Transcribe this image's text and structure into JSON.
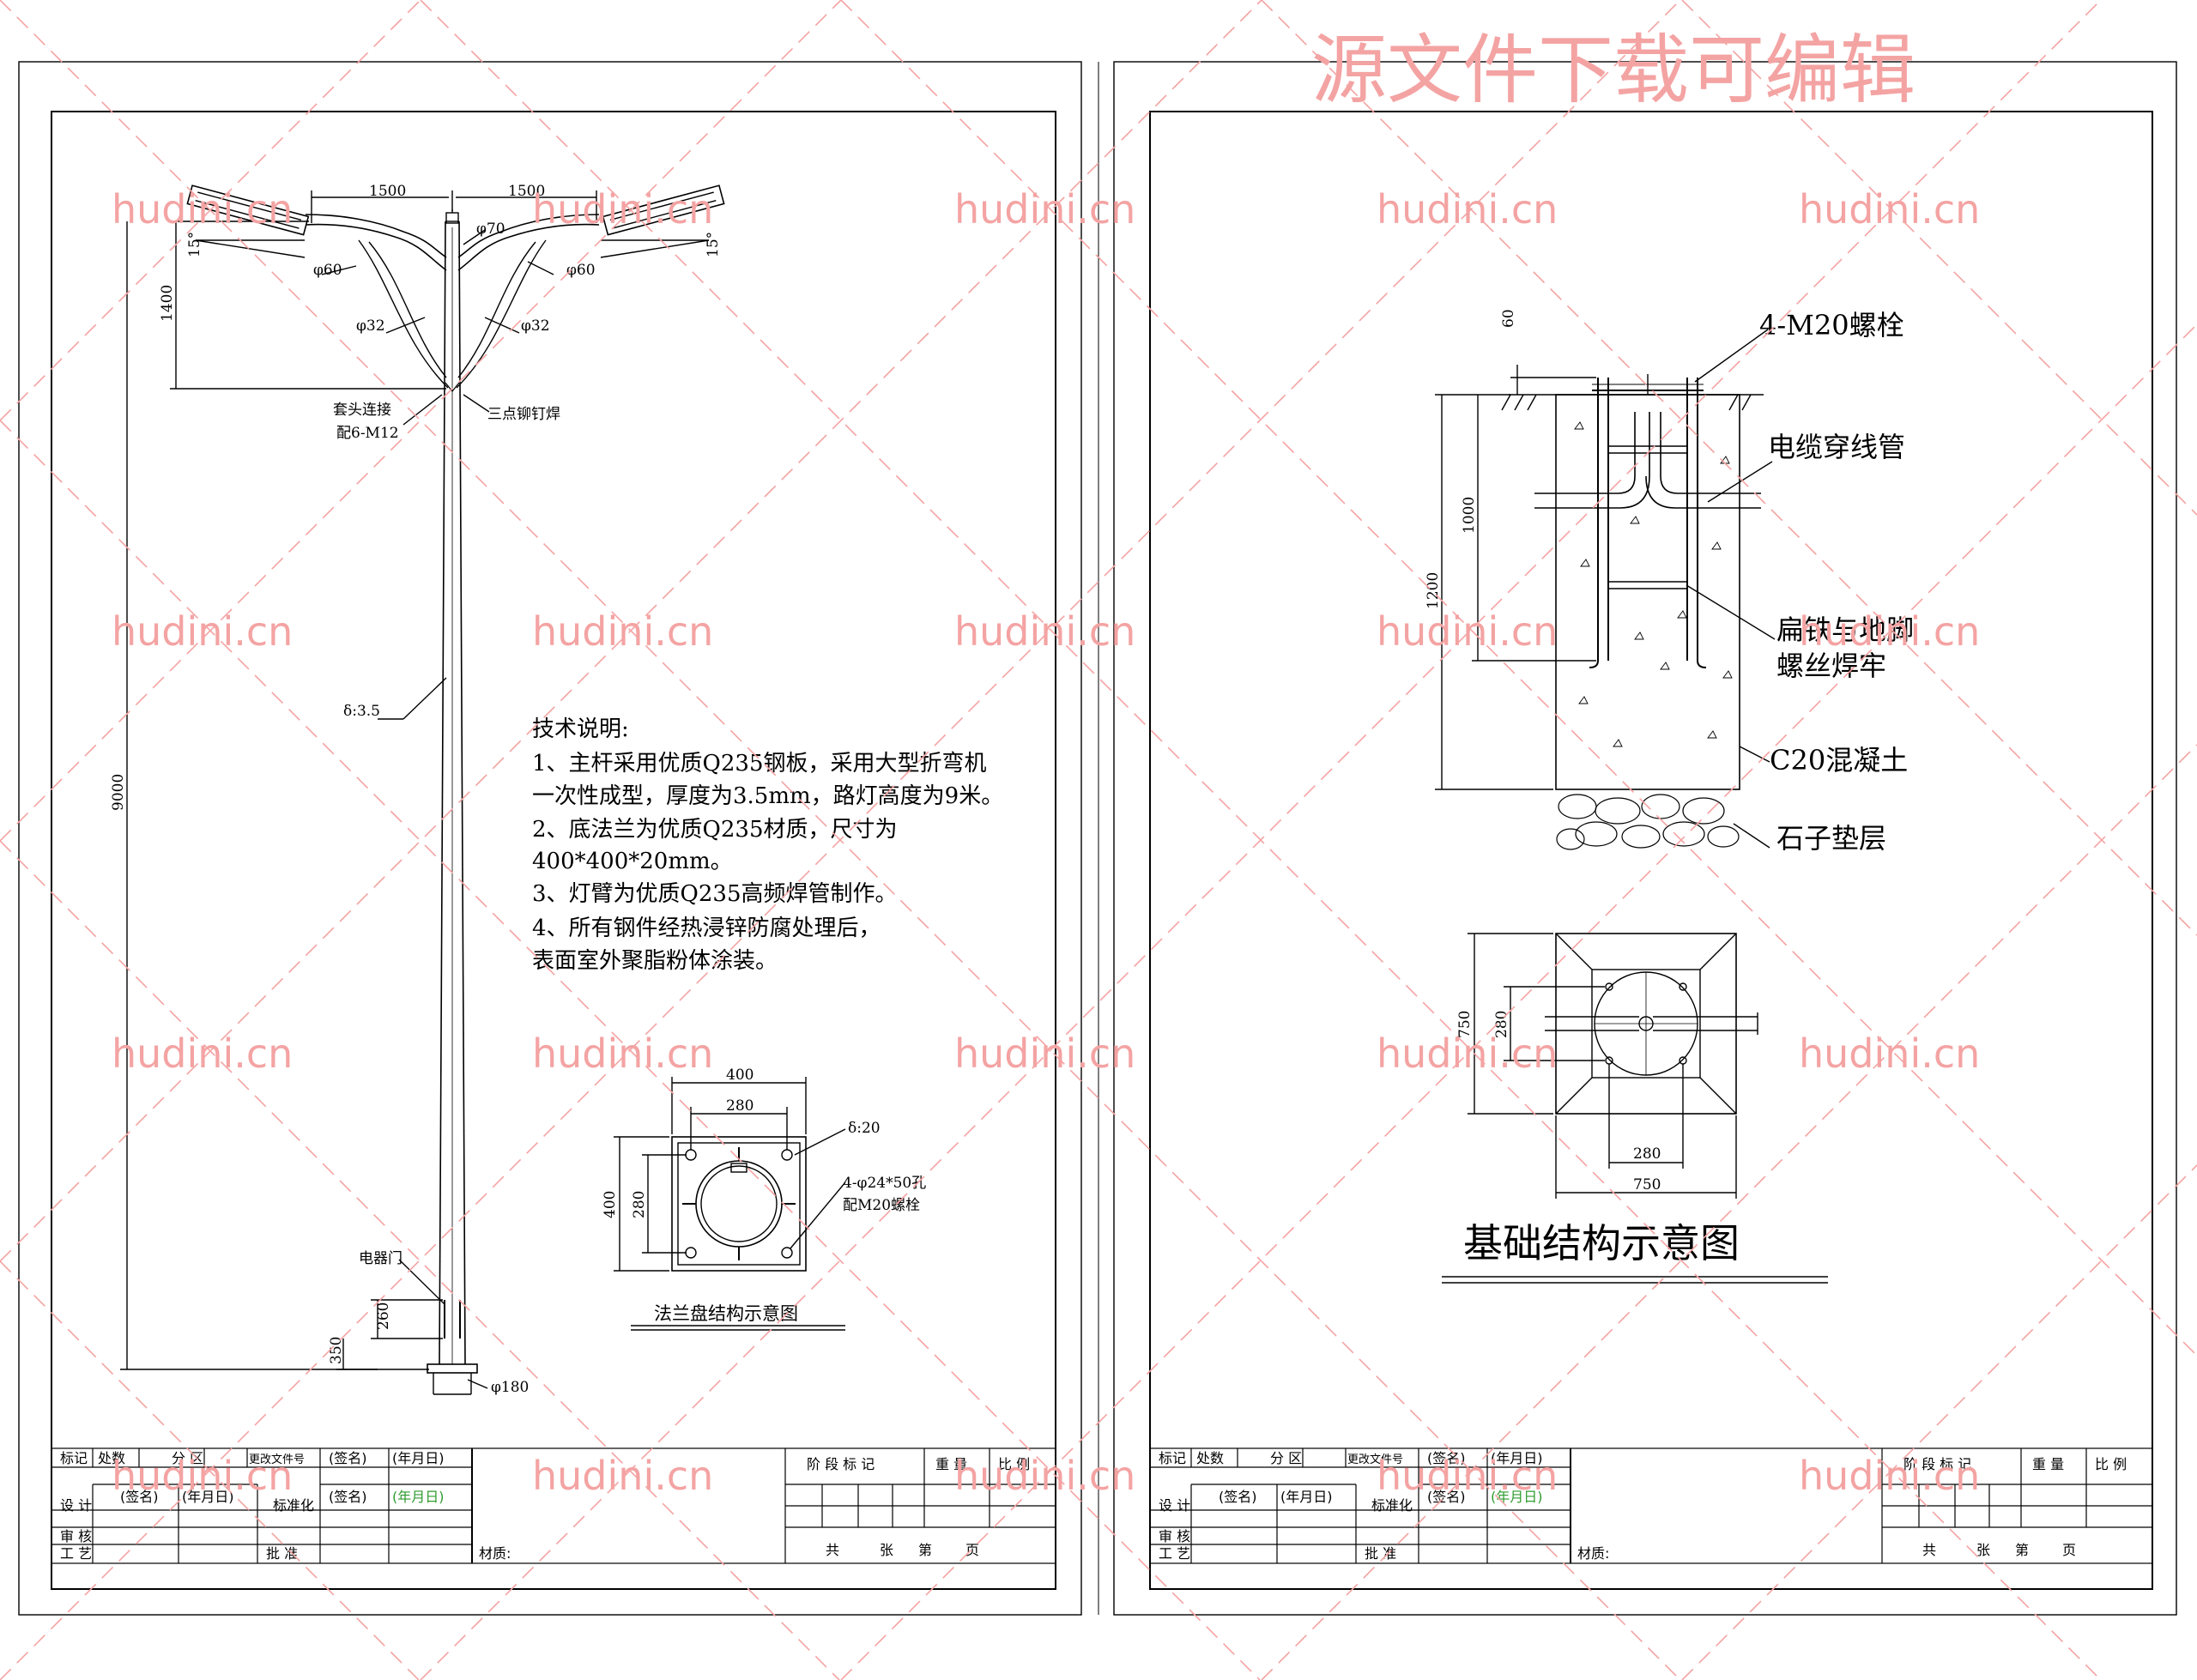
{
  "watermark": {
    "site": "hudini.cn",
    "banner": "源文件下载可编辑"
  },
  "pole": {
    "arm_span_left": "1500",
    "arm_span_right": "1500",
    "top_dia": "φ70",
    "arm_dia_left": "φ60",
    "arm_dia_right": "φ60",
    "brace_dia_left": "φ32",
    "brace_dia_right": "φ32",
    "tilt_left": "15°",
    "tilt_right": "15°",
    "arm_height": "1400",
    "total_height": "9000",
    "sleeve_label": "套头连接",
    "sleeve_bolts": "配6-M12",
    "rivet_label": "三点铆钉焊",
    "wall": "δ:3.5",
    "door_label": "电器门",
    "door_height": "260",
    "door_offset": "350",
    "base_dia": "φ180"
  },
  "tech_notes": {
    "heading": "技术说明:",
    "lines": [
      "1、主杆采用优质Q235钢板，采用大型折弯机",
      "一次性成型，厚度为3.5mm，路灯高度为9米。",
      "2、底法兰为优质Q235材质，尺寸为",
      "400*400*20mm。",
      "3、灯臂为优质Q235高频焊管制作。",
      "4、所有钢件经热浸锌防腐处理后，",
      "表面室外聚脂粉体涂装。"
    ]
  },
  "flange": {
    "width": "400",
    "bolt_span_top": "280",
    "height": "400",
    "bolt_span_side": "280",
    "thickness": "δ:20",
    "holes": "4-φ24*50孔",
    "holes_bolts": "配M20螺栓",
    "title": "法兰盘结构示意图"
  },
  "foundation": {
    "protrude": "60",
    "bolt_label": "4-M20螺栓",
    "cable_label": "电缆穿线管",
    "anchor_depth": "1000",
    "depth": "1200",
    "weld_label_1": "扁铁与地脚",
    "weld_label_2": "螺丝焊牢",
    "concrete_label": "C20混凝土",
    "gravel_label": "石子垫层",
    "plan_side": "750",
    "plan_bolt_side": "280",
    "plan_bolt_bottom": "280",
    "plan_width": "750",
    "title": "基础结构示意图"
  },
  "title_block": {
    "r1": [
      "标记",
      "处数",
      "分 区",
      "更改文件号",
      "(签名)",
      "(年月日)"
    ],
    "r2": [
      "设 计",
      "(签名)",
      "(年月日)",
      "标准化",
      "(签名)",
      "(年月日)"
    ],
    "r3": [
      "审 核"
    ],
    "r4": [
      "工 艺",
      "批 准"
    ],
    "material": "材质:",
    "stage": "阶 段 标 记",
    "weight": "重 量",
    "scale": "比 例",
    "sheet": [
      "共",
      "张",
      "第",
      "页"
    ]
  }
}
